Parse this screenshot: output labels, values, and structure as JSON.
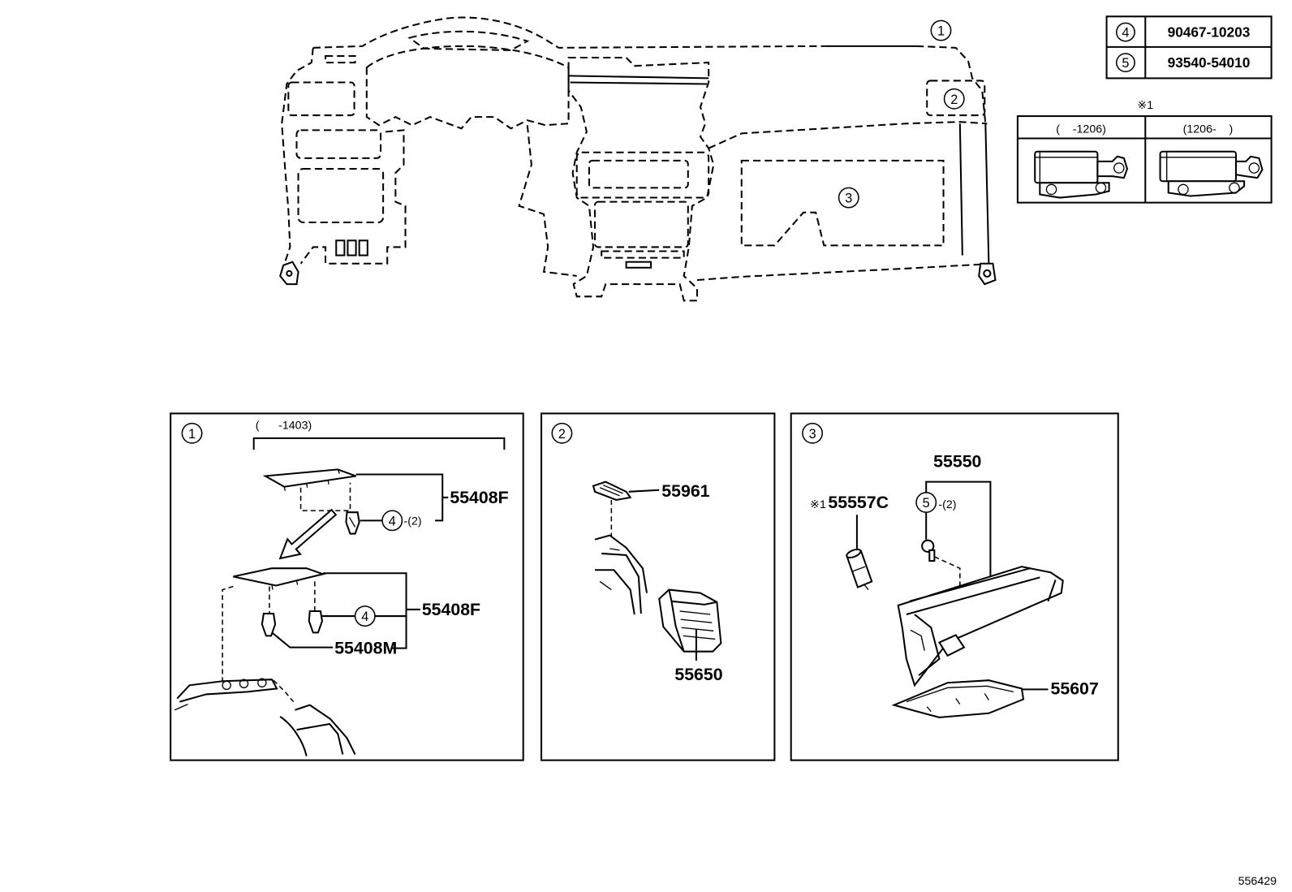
{
  "overview": {
    "callout_1": "1",
    "callout_2": "2",
    "callout_3": "3"
  },
  "parts_table": [
    {
      "ref": "4",
      "part_no": "90467-10203"
    },
    {
      "ref": "5",
      "part_no": "93540-54010"
    }
  ],
  "variant_table": {
    "note": "※1",
    "headers": [
      "(    -1206)",
      "(1206-    )"
    ]
  },
  "panel_1": {
    "callout": "1",
    "range": "(      -1403)",
    "upper_part": "55408F",
    "upper_ref": "4",
    "upper_qty": "-(2)",
    "lower_part": "55408F",
    "lower_ref": "4",
    "clip_part": "55408M"
  },
  "panel_2": {
    "callout": "2",
    "bezel_part": "55961",
    "vent_part": "55650"
  },
  "panel_3": {
    "callout": "3",
    "assembly_part": "55550",
    "screw_ref": "5",
    "screw_qty": "-(2)",
    "damper_note": "※1",
    "damper_part": "55557C",
    "cover_part": "55607"
  },
  "diagram_id": "556429"
}
